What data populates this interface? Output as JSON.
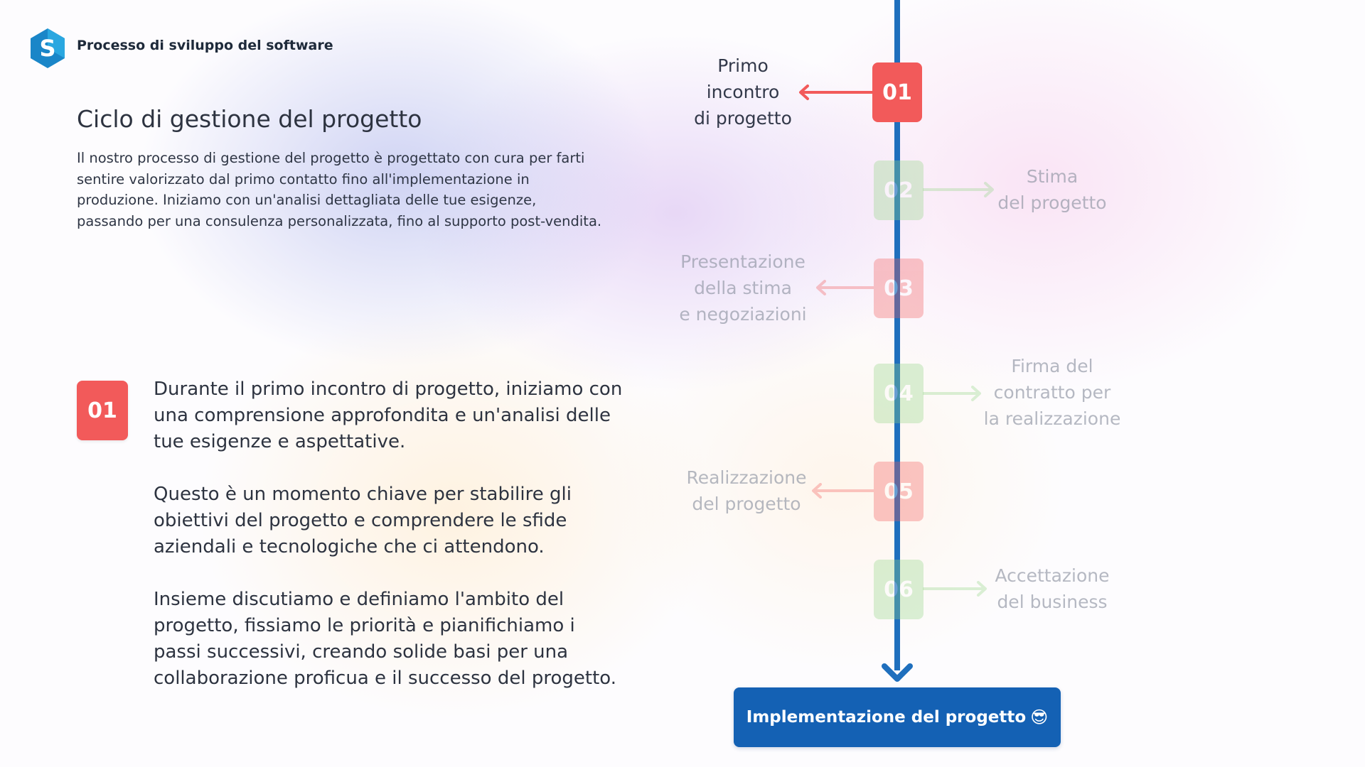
{
  "header": {
    "logo_letter": "S",
    "app_title": "Processo di sviluppo del software"
  },
  "main": {
    "section_title": "Ciclo di gestione del progetto",
    "intro": "Il nostro processo di gestione del progetto è progettato con cura per farti sentire valorizzato dal primo contatto fino all'implementazione in produzione. Iniziamo con un'analisi dettagliata delle tue esigenze, passando per una consulenza personalizzata, fino al supporto post-vendita.",
    "active_step": {
      "number": "01",
      "paragraphs": [
        "Durante il primo incontro di progetto, iniziamo con una comprensione approfondita e un'analisi delle tue esigenze e aspettative.",
        "Questo è un momento chiave per stabilire gli obiettivi del progetto e comprendere le sfide aziendali e tecnologiche che ci attendono.",
        "Insieme discutiamo e definiamo l'ambito del progetto, fissiamo le priorità e pianifichiamo i passi successivi, creando solide basi per una collaborazione proficua e il successo del progetto."
      ]
    }
  },
  "timeline": {
    "steps": [
      {
        "number": "01",
        "lines": [
          "Primo",
          "incontro",
          "di progetto"
        ],
        "side": "left",
        "color": "red",
        "active": true
      },
      {
        "number": "02",
        "lines": [
          "Stima",
          "del progetto"
        ],
        "side": "right",
        "color": "green",
        "active": false
      },
      {
        "number": "03",
        "lines": [
          "Presentazione",
          "della stima",
          "e negoziazioni"
        ],
        "side": "left",
        "color": "red",
        "active": false
      },
      {
        "number": "04",
        "lines": [
          "Firma del",
          "contratto per",
          "la realizzazione"
        ],
        "side": "right",
        "color": "green",
        "active": false
      },
      {
        "number": "05",
        "lines": [
          "Realizzazione",
          "del progetto"
        ],
        "side": "left",
        "color": "red",
        "active": false
      },
      {
        "number": "06",
        "lines": [
          "Accettazione",
          "del business"
        ],
        "side": "right",
        "color": "green",
        "active": false
      }
    ],
    "final_button": {
      "label": "Implementazione del progetto",
      "emoji": "😎"
    }
  },
  "colors": {
    "accent_red": "#f25a5a",
    "accent_green": "#92d585",
    "timeline_blue": "#1f6fbd",
    "button_blue": "#1461b4"
  }
}
